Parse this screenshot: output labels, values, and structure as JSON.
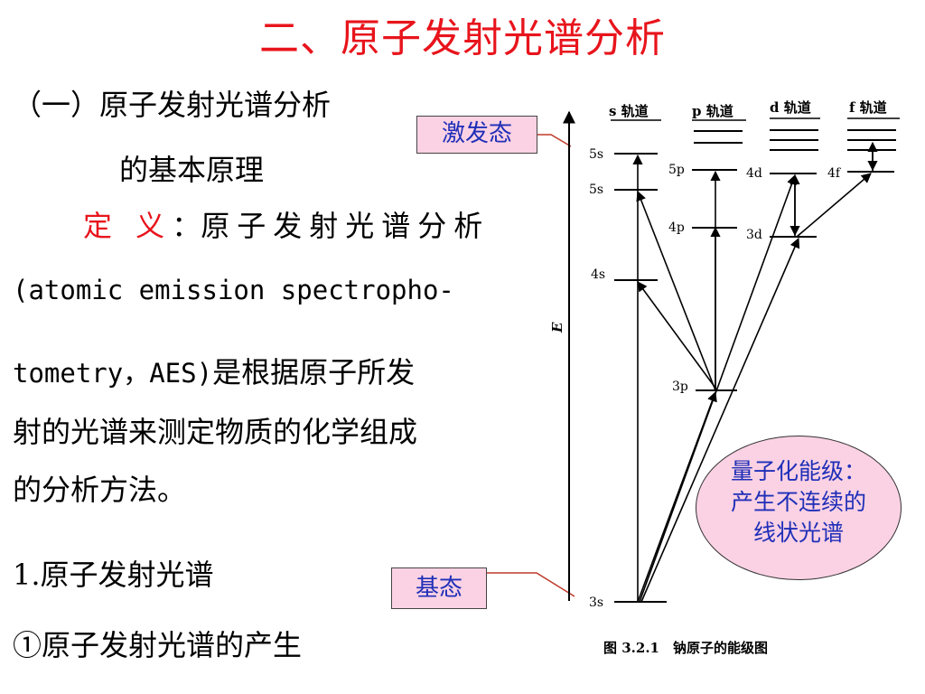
{
  "slide": {
    "title": "二、原子发射光谱分析",
    "heading_line1": "（一）原子发射光谱分析",
    "heading_line2": "的基本原理",
    "definition_label": "定 义",
    "definition_colon": "：",
    "definition_text": "原子发射光谱分析",
    "latin_line1": "(atomic emission spectropho-",
    "latin_line2": "tometry，AES)",
    "after_latin": "是根据原子所发",
    "body_line2": "射的光谱来测定物质的化学组成",
    "body_line3": "的分析方法。",
    "section_1": "1.原子发射光谱",
    "section_1_1": "①原子发射光谱的产生"
  },
  "callouts": {
    "excited": "激发态",
    "ground": "基态",
    "bubble_lines": [
      "量子化能级：",
      "产生不连续的",
      "线状光谱"
    ]
  },
  "diagram": {
    "axis_label": "E",
    "columns": [
      "s 轨道",
      "p 轨道",
      "d 轨道",
      "f 轨道"
    ],
    "levels": {
      "s": [
        "5s",
        "5s",
        "4s",
        "3p",
        "3s"
      ],
      "p": [
        "5p",
        "4p"
      ],
      "d": [
        "4d",
        "3d"
      ],
      "f": [
        "4f"
      ]
    },
    "caption": "图 3.2.1　钠原子的能级图"
  },
  "colors": {
    "title_red": "#e8141c",
    "callout_fill": "#fbd2e4",
    "callout_text": "#1f2fb8"
  }
}
